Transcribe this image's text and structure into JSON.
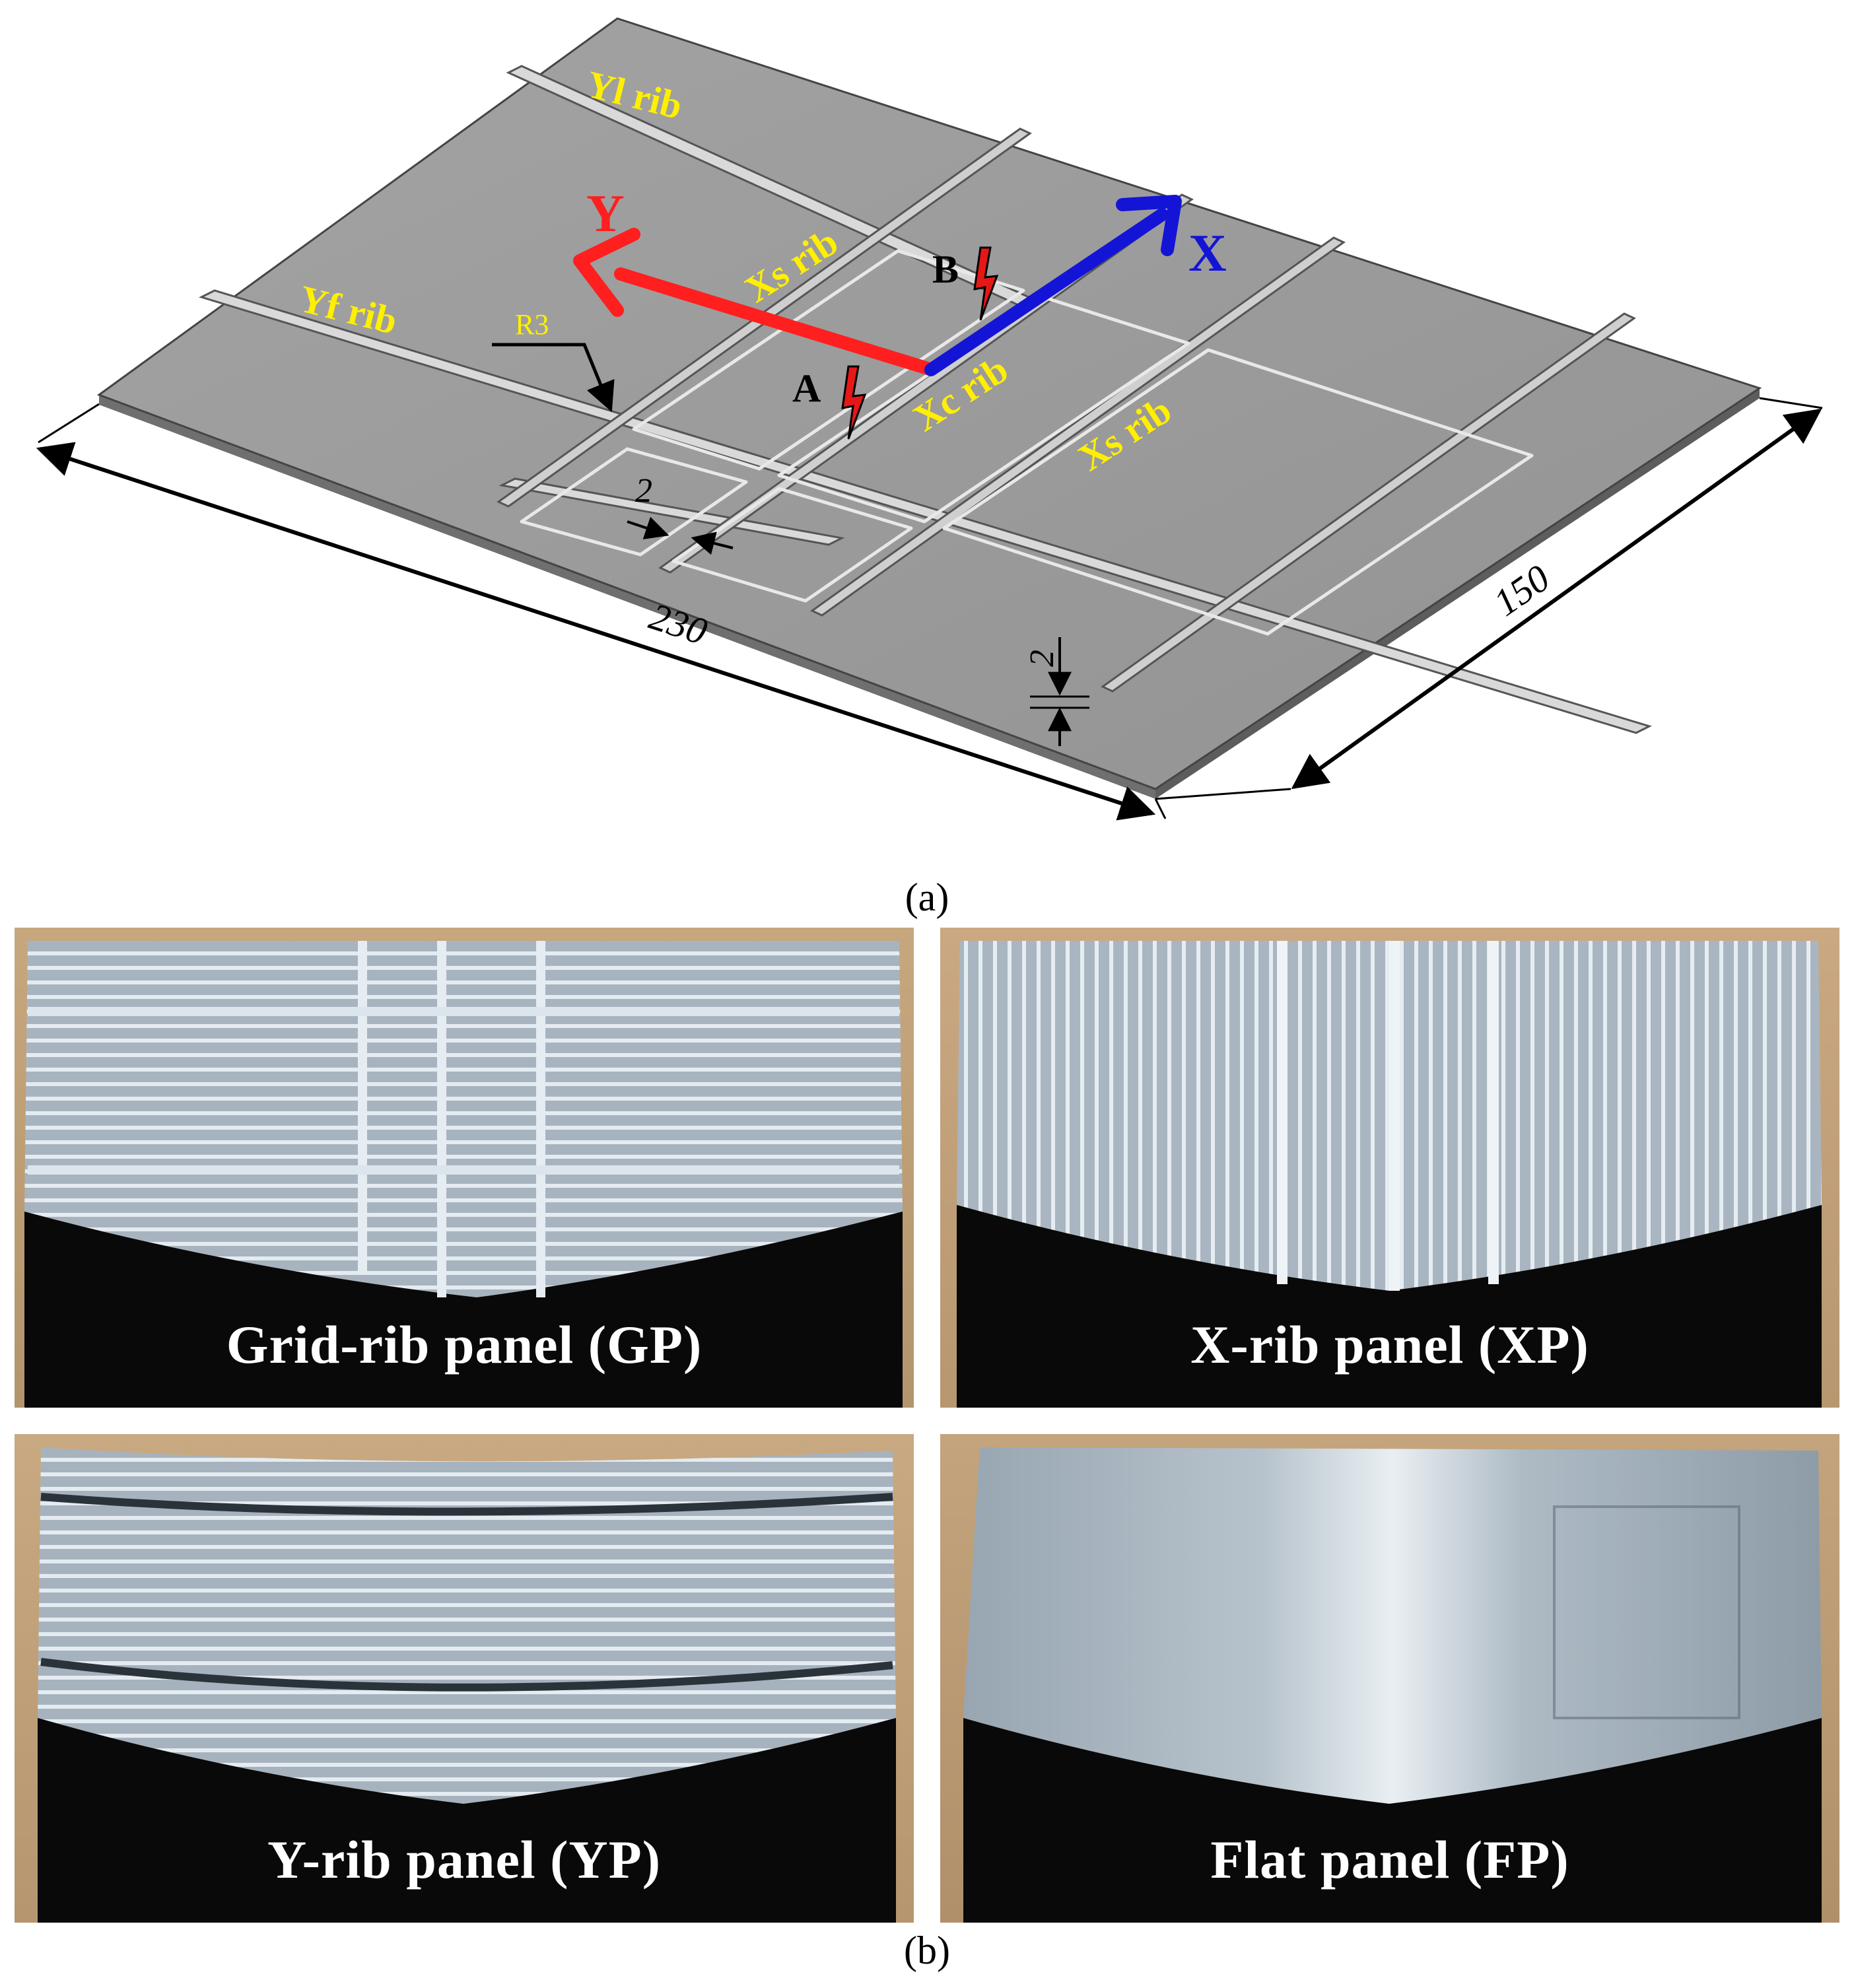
{
  "diagram": {
    "rib_labels": {
      "yl": "Yl rib",
      "yf": "Yf rib",
      "xs_top": "Xs rib",
      "xs_right": "Xs rib",
      "xc": "Xc rib"
    },
    "axes": {
      "y": "Y",
      "x": "X"
    },
    "points": {
      "a": "A",
      "b": "B"
    },
    "dimensions": {
      "length": "230",
      "width": "150",
      "radius": "R3",
      "rib_thickness": "2",
      "plate_thickness": "2"
    },
    "caption": "(a)",
    "colors": {
      "label": "#ffef00",
      "y_axis": "#ff1f1f",
      "x_axis": "#1414d6",
      "panel": "#9c9c9c",
      "bolt": "#e61717"
    }
  },
  "photos": {
    "gp": "Grid-rib panel (GP)",
    "xp": "X-rib panel (XP)",
    "yp": "Y-rib panel (YP)",
    "fp": "Flat panel (FP)",
    "caption": "(b)"
  }
}
